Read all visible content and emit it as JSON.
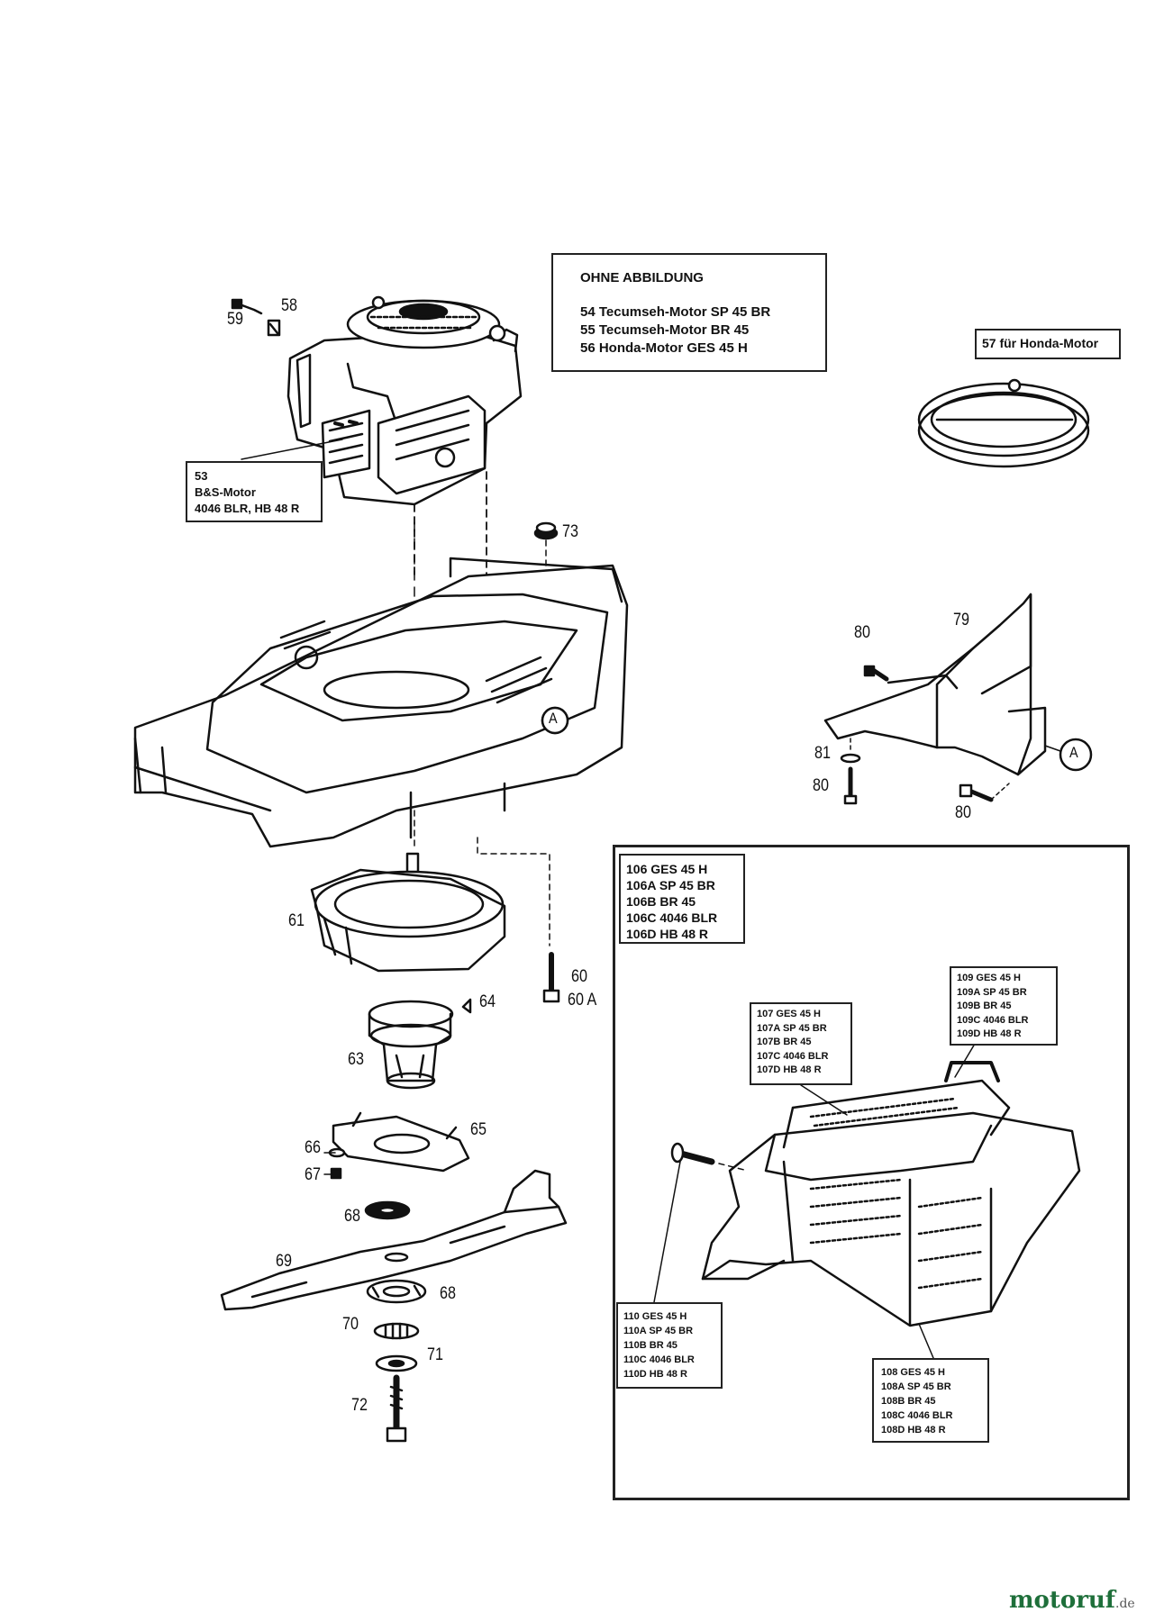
{
  "info_box": {
    "title": "OHNE ABBILDUNG",
    "lines": [
      "54  Tecumseh-Motor SP 45 BR",
      "55  Tecumseh-Motor BR 45",
      "56  Honda-Motor GES 45 H"
    ]
  },
  "honda_box": {
    "text": "57 für Honda-Motor"
  },
  "motor_box": {
    "lines": [
      "53",
      "B&S-Motor",
      "4046 BLR, HB 48 R"
    ]
  },
  "box_106": {
    "lines": [
      "106  GES 45 H",
      "106A  SP 45 BR",
      "106B  BR 45",
      "106C  4046 BLR",
      "106D  HB 48 R"
    ]
  },
  "box_109": {
    "lines": [
      "109  GES 45 H",
      "109A  SP 45 BR",
      "109B  BR 45",
      "109C  4046 BLR",
      "109D  HB 48 R"
    ]
  },
  "box_107": {
    "lines": [
      "107  GES 45 H",
      "107A  SP 45 BR",
      "107B  BR 45",
      "107C  4046 BLR",
      "107D  HB 48 R"
    ]
  },
  "box_110": {
    "lines": [
      "110  GES 45 H",
      "110A  SP 45 BR",
      "110B  BR 45",
      "110C  4046 BLR",
      "110D  HB 48 R"
    ]
  },
  "box_108": {
    "lines": [
      "108  GES 45 H",
      "108A  SP 45 BR",
      "108B  BR 45",
      "108C  4046 BLR",
      "108D  HB 48 R"
    ]
  },
  "callouts": {
    "c59": "59",
    "c58": "58",
    "c73": "73",
    "c80a": "80",
    "c79": "79",
    "c81": "81",
    "c80b": "80",
    "c80c": "80",
    "cA1": "A",
    "cA2": "A",
    "c61": "61",
    "c60": "60",
    "c60a": "60 A",
    "c64": "64",
    "c63": "63",
    "c65": "65",
    "c66": "66",
    "c67": "67",
    "c68a": "68",
    "c69": "69",
    "c68b": "68",
    "c70": "70",
    "c71": "71",
    "c72": "72"
  },
  "watermark": {
    "brand": "motoruf",
    "tld": ".de"
  },
  "colors": {
    "ink": "#111111",
    "paper": "#ffffff",
    "watermark": "#1e6f3a"
  }
}
